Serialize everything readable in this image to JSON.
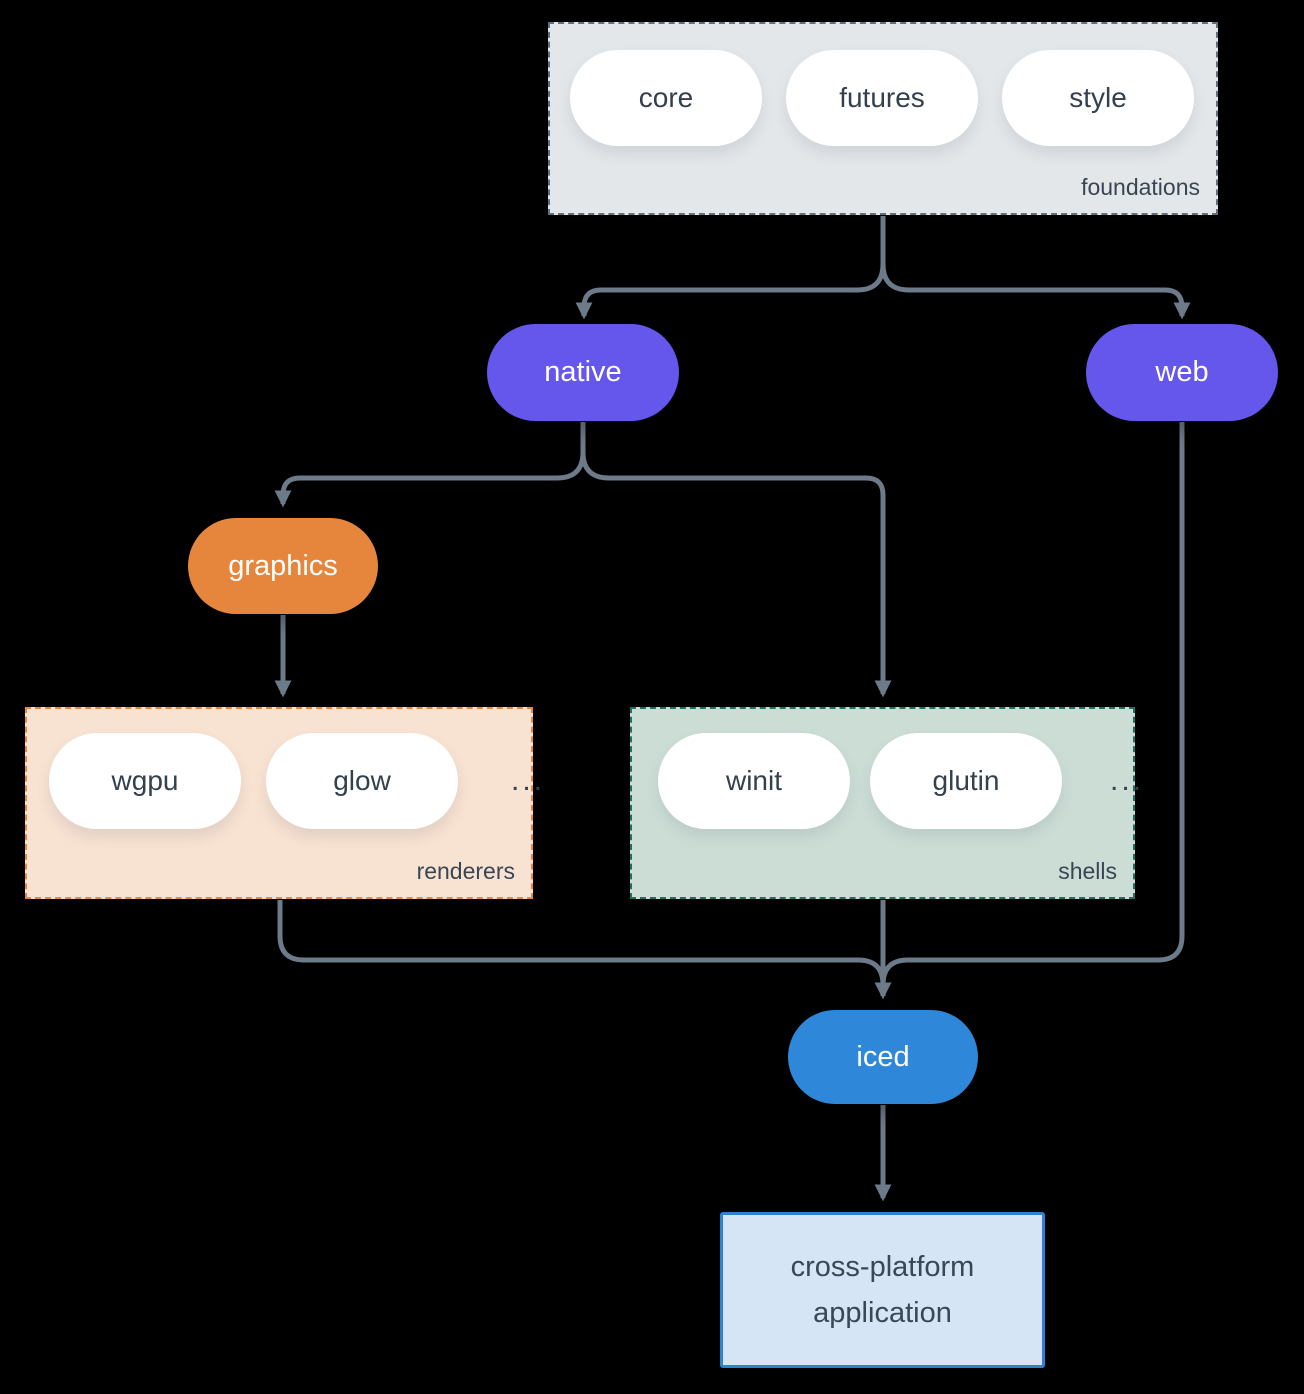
{
  "diagram": {
    "background": "#000000",
    "connector_color": "#6d7a89",
    "groups": {
      "foundations": {
        "label": "foundations",
        "items": [
          "core",
          "futures",
          "style"
        ],
        "bg": "#e3e7ea",
        "border_color": "#5f7181"
      },
      "renderers": {
        "label": "renderers",
        "items": [
          "wgpu",
          "glow"
        ],
        "ellipsis": "...",
        "bg": "#f8e2d2",
        "border_color": "#e8883e"
      },
      "shells": {
        "label": "shells",
        "items": [
          "winit",
          "glutin"
        ],
        "ellipsis": "...",
        "bg": "#ccddd6",
        "border_color": "#20705f"
      }
    },
    "nodes": {
      "native": {
        "label": "native",
        "color": "#6556ec"
      },
      "web": {
        "label": "web",
        "color": "#6556ec"
      },
      "graphics": {
        "label": "graphics",
        "color": "#e5863c"
      },
      "iced": {
        "label": "iced",
        "color": "#2e87d8"
      },
      "application": {
        "line1": "cross-platform",
        "line2": "application",
        "bg": "#d5e5f6",
        "border_color": "#2e82d4"
      }
    }
  }
}
